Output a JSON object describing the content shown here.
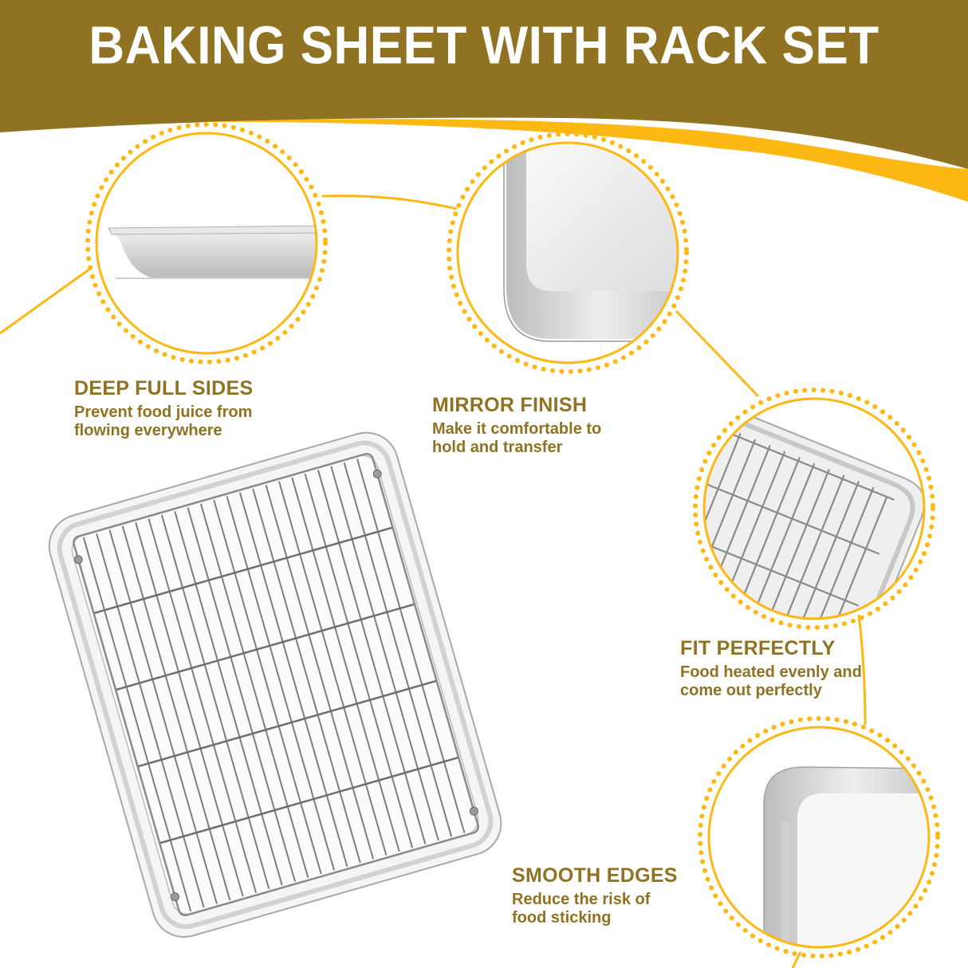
{
  "header": {
    "title": "BAKING SHEET WITH RACK SET"
  },
  "colors": {
    "header_bg": "#8F7322",
    "accent": "#FDB813",
    "feature_text": "#8F7322",
    "title_text": "#FFFFFF",
    "background": "#FFFFFF"
  },
  "features": [
    {
      "title": "DEEP FULL SIDES",
      "desc_line1": "Prevent food juice from",
      "desc_line2": "flowing everywhere"
    },
    {
      "title": "MIRROR FINISH",
      "desc_line1": "Make it comfortable to",
      "desc_line2": "hold and transfer"
    },
    {
      "title": "FIT PERFECTLY",
      "desc_line1": "Food heated evenly and",
      "desc_line2": "come out perfectly"
    },
    {
      "title": "SMOOTH EDGES",
      "desc_line1": "Reduce the risk of",
      "desc_line2": "food sticking"
    }
  ],
  "detail_circles": [
    {
      "name": "deep-sides-closeup",
      "depicts": "side view of baking sheet"
    },
    {
      "name": "mirror-finish-closeup",
      "depicts": "corner of baking sheet"
    },
    {
      "name": "fit-perfectly-closeup",
      "depicts": "rack sitting in sheet corner"
    },
    {
      "name": "smooth-edges-closeup",
      "depicts": "rounded edge of baking sheet"
    }
  ],
  "product": {
    "depicts": "baking sheet with cooling rack"
  }
}
